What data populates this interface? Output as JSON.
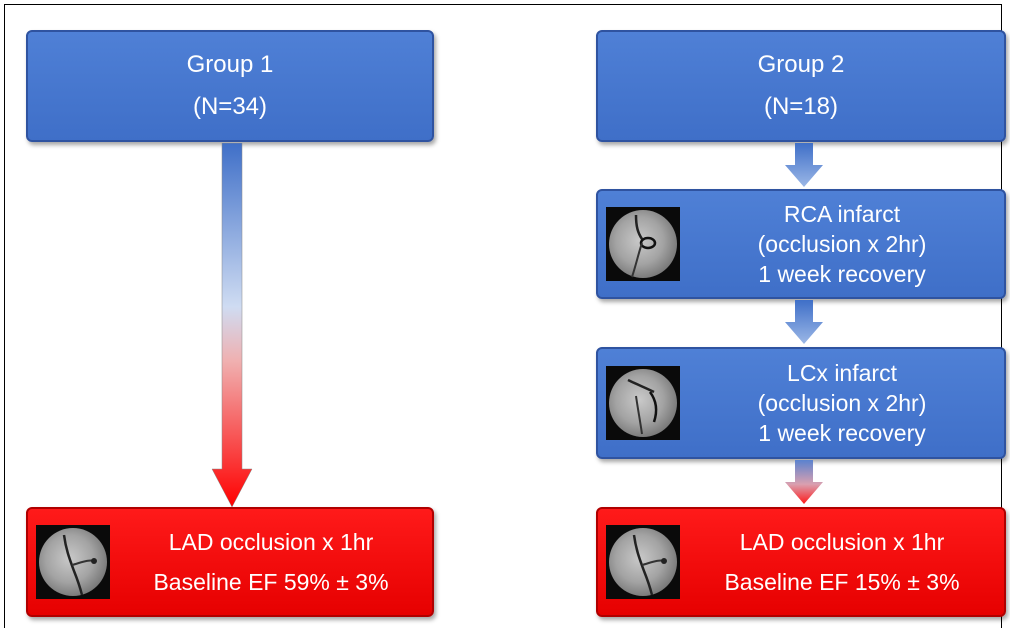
{
  "group1": {
    "title": "Group 1",
    "n": "(N=34)",
    "outcome": {
      "line1": "LAD occlusion x 1hr",
      "line2": "Baseline EF 59% ± 3%"
    }
  },
  "group2": {
    "title": "Group 2",
    "n": "(N=18)",
    "rca": {
      "line1": "RCA infarct",
      "line2": "(occlusion x 2hr)",
      "line3": "1 week recovery"
    },
    "lcx": {
      "line1": "LCx infarct",
      "line2": "(occlusion x 2hr)",
      "line3": "1 week recovery"
    },
    "outcome": {
      "line1": "LAD occlusion x 1hr",
      "line2": "Baseline EF 15% ± 3%"
    }
  },
  "colors": {
    "blue": "#4472c4",
    "red": "#ff0000"
  },
  "icons": [
    "angiogram-thumbnail",
    "flow-arrow"
  ]
}
